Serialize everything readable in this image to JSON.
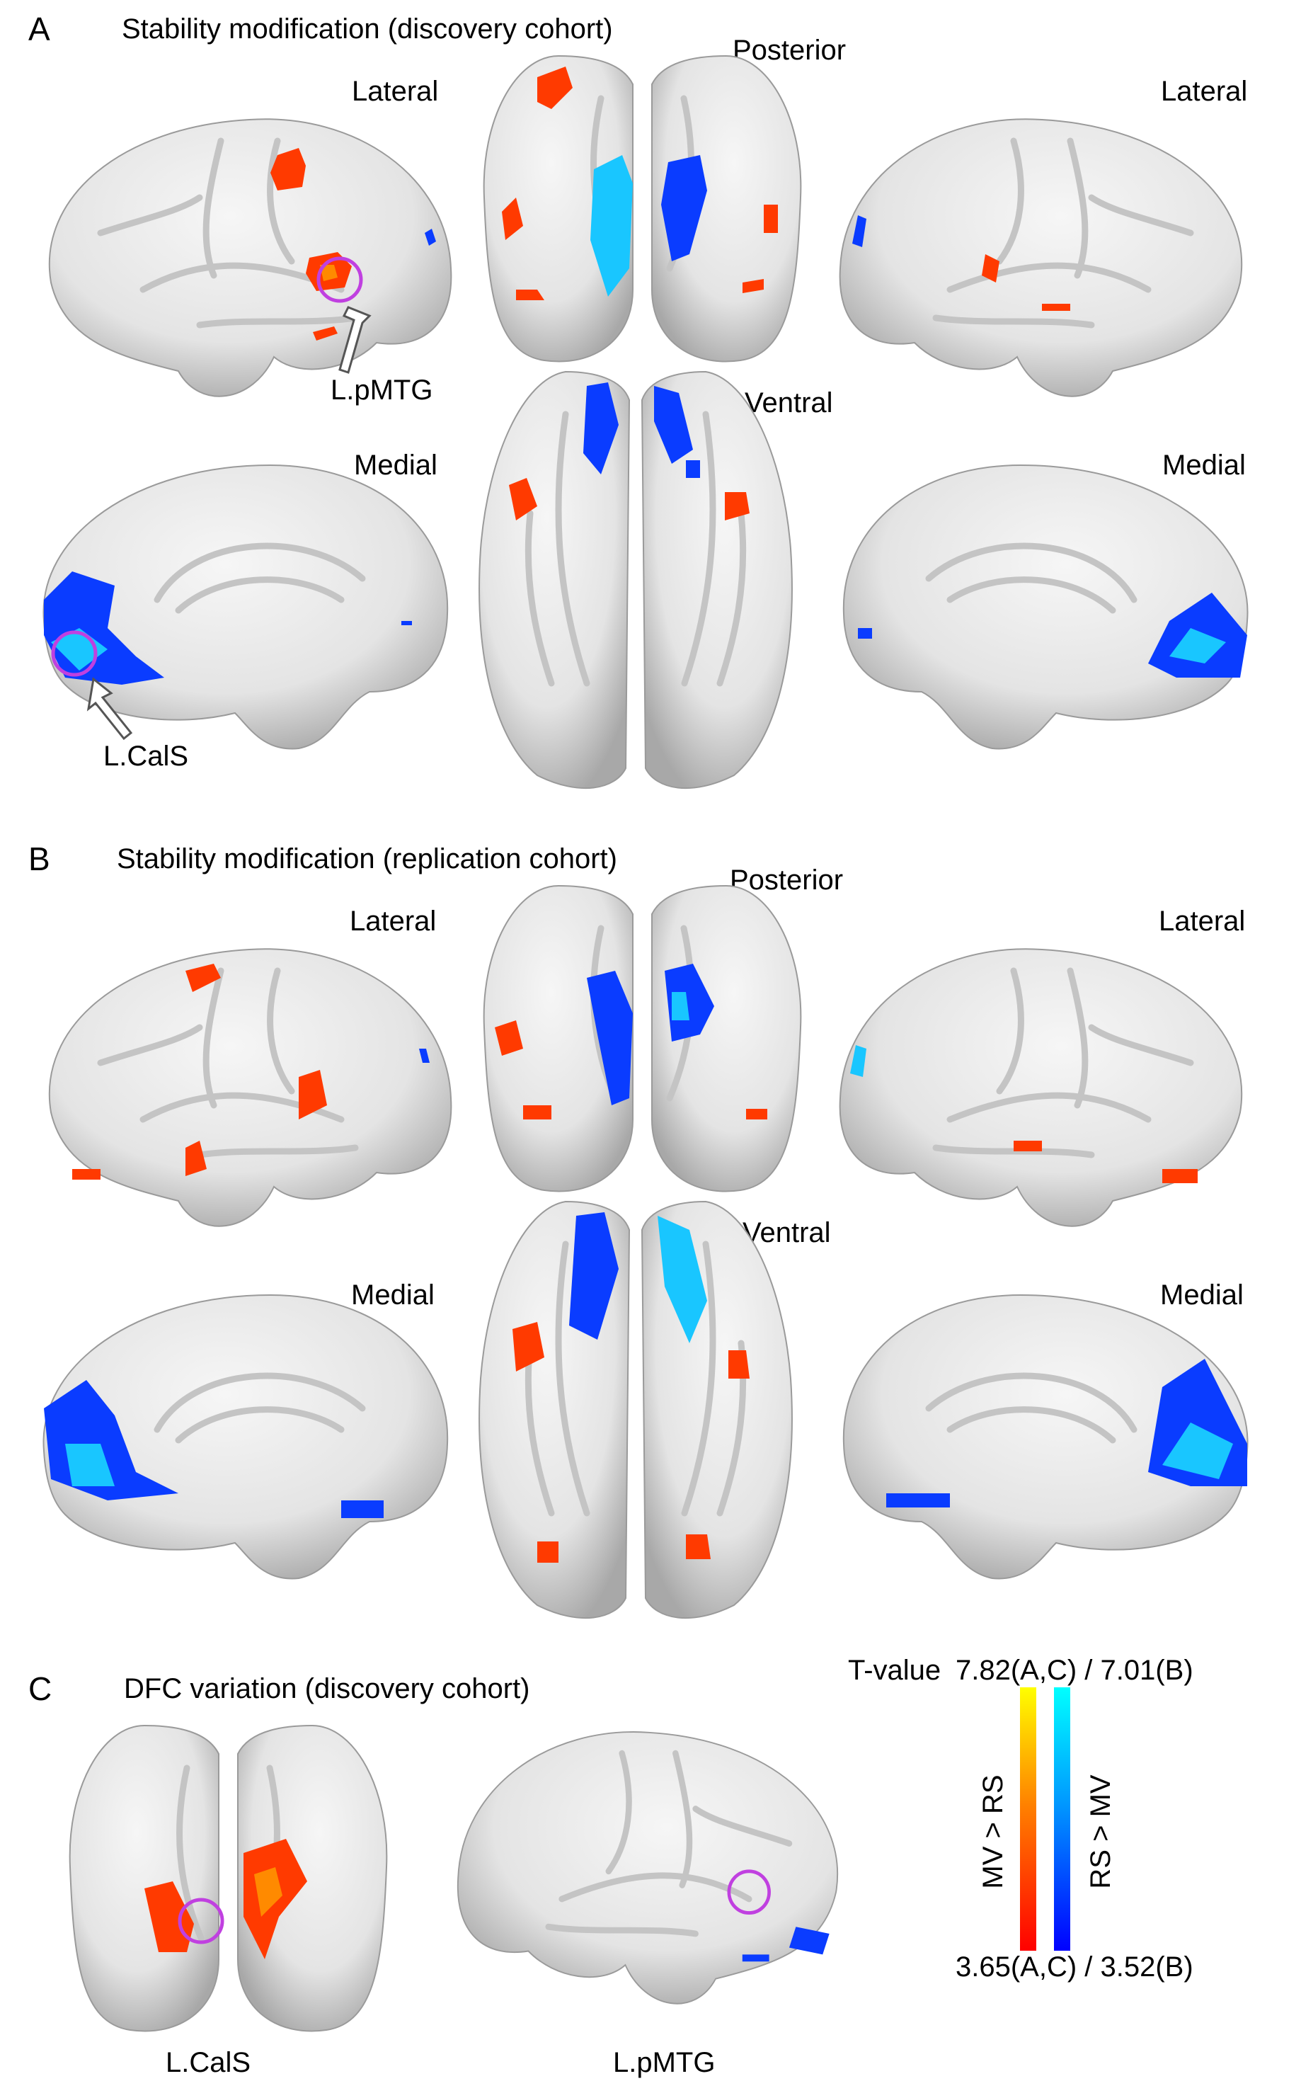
{
  "panels": {
    "A": {
      "letter": "A",
      "title": "Stability modification (discovery cohort)"
    },
    "B": {
      "letter": "B",
      "title": "Stability modification (replication cohort)"
    },
    "C": {
      "letter": "C",
      "title": "DFC variation (discovery cohort)"
    }
  },
  "views": {
    "lateral": "Lateral",
    "medial": "Medial",
    "posterior": "Posterior",
    "ventral": "Ventral"
  },
  "annotations": {
    "pmtg": "L.pMTG",
    "cals": "L.CalS"
  },
  "colorbar": {
    "title": "T-value",
    "max_label": "7.82(A,C) / 7.01(B)",
    "min_label": "3.65(A,C) / 3.52(B)",
    "positive_label": "MV > RS",
    "negative_label": "RS > MV",
    "positive_colors": [
      "#ff0000",
      "#ff8000",
      "#ffff00"
    ],
    "negative_colors": [
      "#0000ff",
      "#0096ff",
      "#00ffff"
    ],
    "highlight_color": "#c040e0"
  }
}
